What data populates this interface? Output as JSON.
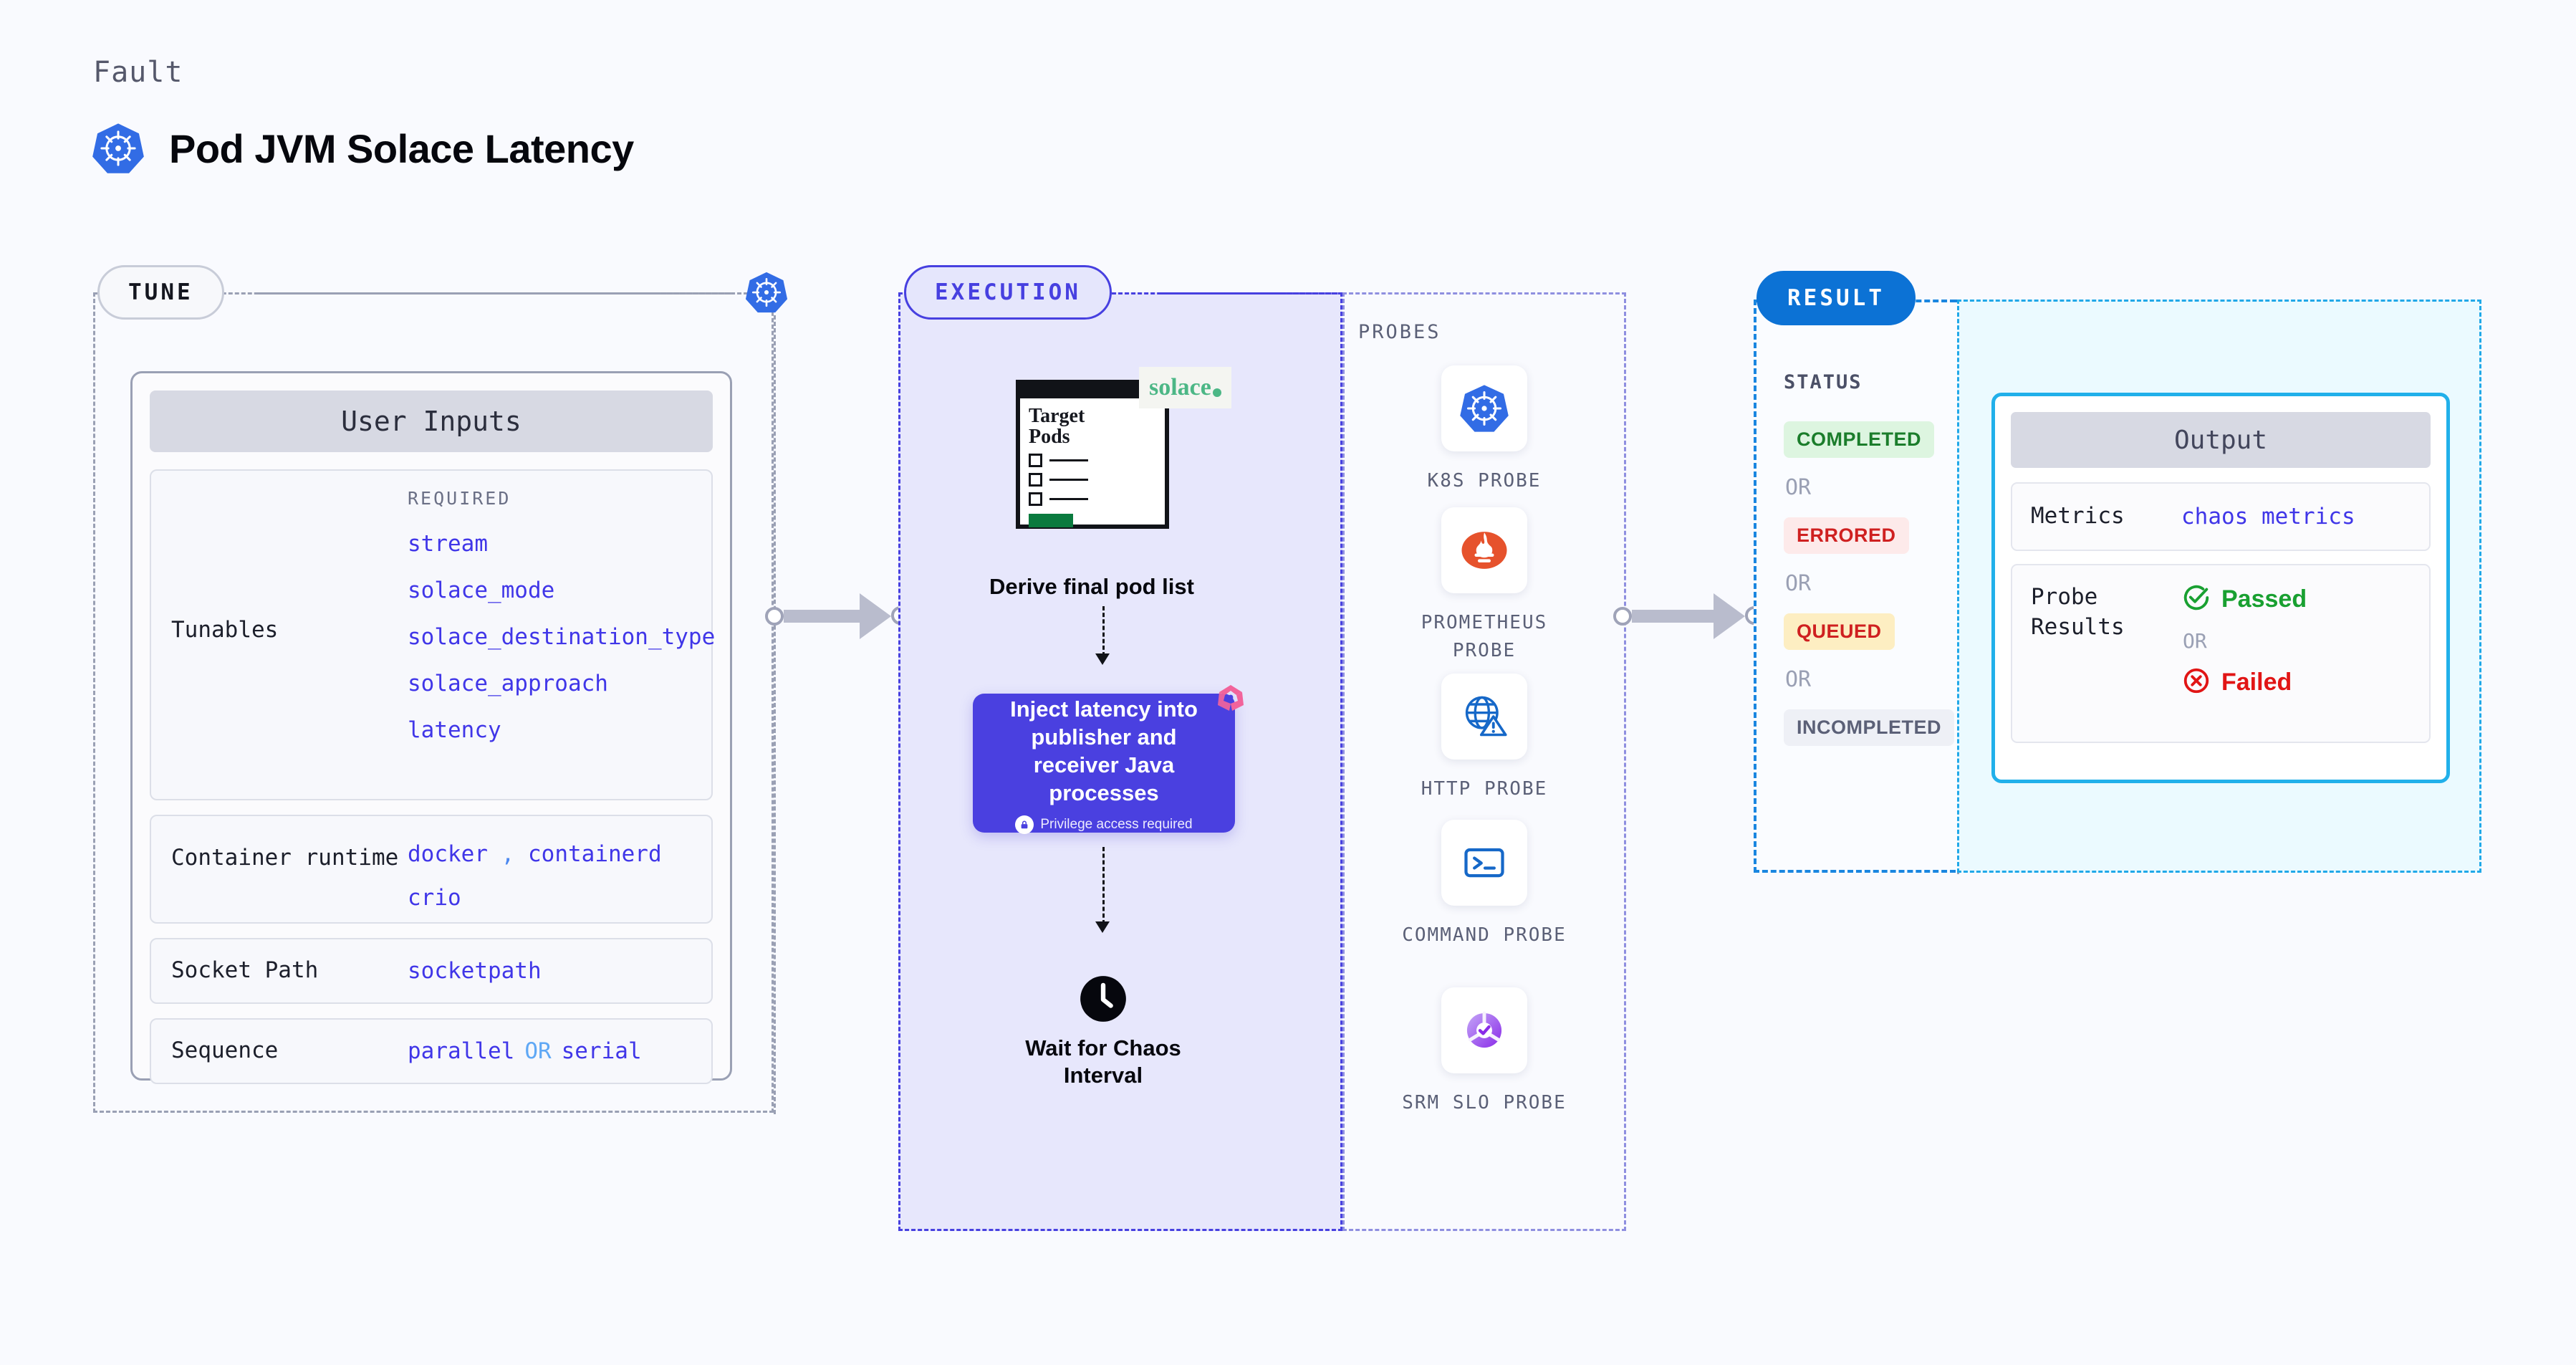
{
  "header": {
    "kicker": "Fault",
    "title": "Pod JVM Solace Latency",
    "icon": "kubernetes-icon"
  },
  "tune": {
    "pill_label": "TUNE",
    "badge_icon": "kubernetes-icon",
    "card_title": "User Inputs",
    "rows": [
      {
        "label": "Tunables",
        "required_tag": "REQUIRED",
        "values": [
          "stream",
          "solace_mode",
          "solace_destination_type",
          "solace_approach",
          "latency"
        ]
      },
      {
        "label": "Container runtime",
        "values_line1": "docker",
        "values_sep": ",",
        "values_line1b": "containerd",
        "values_line2": "crio"
      },
      {
        "label": "Socket Path",
        "value": "socketpath"
      },
      {
        "label": "Sequence",
        "value_a": "parallel",
        "value_or": "OR",
        "value_b": "serial"
      }
    ]
  },
  "execution": {
    "pill_label": "EXECUTION",
    "target_card": {
      "title_line1": "Target",
      "title_line2": "Pods",
      "brand": "solace",
      "brand_icon": "solace-dot-icon"
    },
    "step1_caption": "Derive final pod list",
    "inject": {
      "text": "Inject latency into publisher and receiver Java processes",
      "privilege_note": "Privilege access required",
      "lock_icon": "lock-icon",
      "corner_icon": "litmus-chaos-icon"
    },
    "step3_caption_line1": "Wait for Chaos",
    "step3_caption_line2": "Interval",
    "clock_icon": "clock-icon"
  },
  "probes": {
    "section_label": "PROBES",
    "items": [
      {
        "name": "K8S PROBE",
        "icon": "kubernetes-icon"
      },
      {
        "name": "PROMETHEUS PROBE",
        "icon": "prometheus-icon"
      },
      {
        "name": "HTTP PROBE",
        "icon": "globe-warning-icon"
      },
      {
        "name": "COMMAND PROBE",
        "icon": "terminal-icon"
      },
      {
        "name": "SRM SLO PROBE",
        "icon": "srm-slo-icon"
      }
    ]
  },
  "result": {
    "pill_label": "RESULT",
    "status_label": "STATUS",
    "or_label": "OR",
    "statuses": [
      {
        "label": "COMPLETED",
        "style": "b-completed"
      },
      {
        "label": "ERRORED",
        "style": "b-errored"
      },
      {
        "label": "QUEUED",
        "style": "b-queued"
      },
      {
        "label": "INCOMPLETED",
        "style": "b-incompleted"
      }
    ],
    "output": {
      "title": "Output",
      "metrics_label": "Metrics",
      "metrics_value": "chaos metrics",
      "probe_results_label": "Probe Results",
      "passed_label": "Passed",
      "or_label": "OR",
      "failed_label": "Failed",
      "passed_icon": "check-circle-icon",
      "failed_icon": "x-circle-icon"
    }
  },
  "colors": {
    "background": "#f9fafe",
    "indigo": "#4740e0",
    "result_blue": "#0c72d5",
    "cyan": "#21b0ea",
    "k8s_blue": "#326ce5",
    "mono_value": "#4036e8",
    "green": "#19a031",
    "red": "#e11515",
    "pink": "#f2639b"
  }
}
